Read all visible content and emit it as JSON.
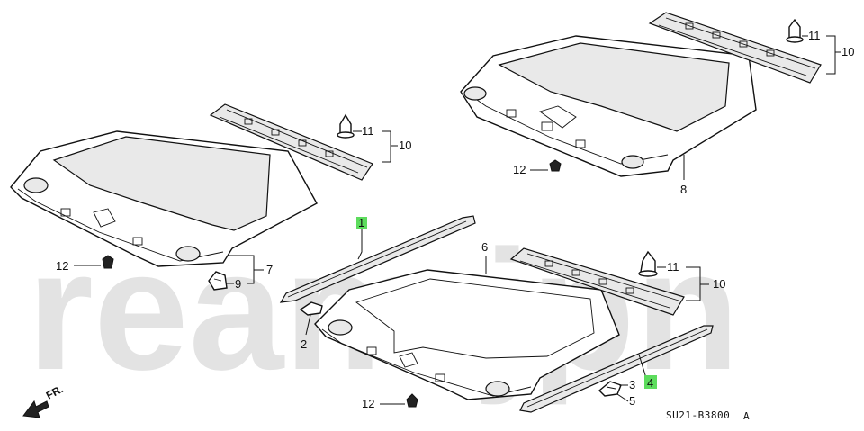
{
  "watermark": "ream.jpn",
  "diagram_code": "SU21-B3800",
  "diagram_code_suffix": "A",
  "front_arrow_label": "FR.",
  "accent_highlight": "#5ddc5d",
  "callouts": {
    "c1": "1",
    "c2": "2",
    "c3": "3",
    "c4": "4",
    "c5": "5",
    "c6": "6",
    "c7": "7",
    "c8": "8",
    "c9": "9",
    "c10a": "10",
    "c10b": "10",
    "c10c": "10",
    "c11a": "11",
    "c11b": "11",
    "c11c": "11",
    "c12a": "12",
    "c12b": "12",
    "c12c": "12"
  }
}
